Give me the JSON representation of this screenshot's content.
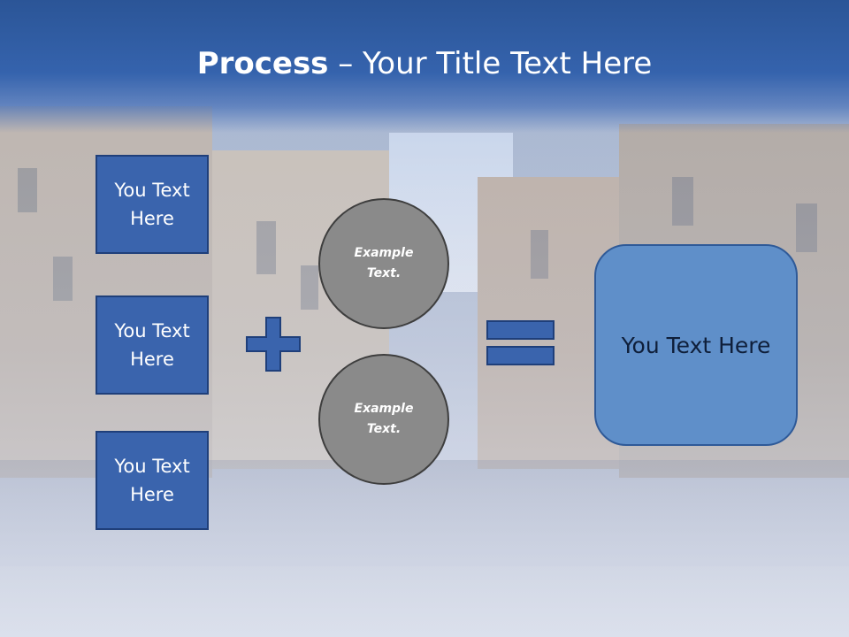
{
  "slide": {
    "title_bold": "Process",
    "title_rest": " – Your Title Text Here",
    "boxes": [
      "You Text Here",
      "You Text Here",
      "You Text Here"
    ],
    "circles": [
      "Example Text.",
      "Example Text."
    ],
    "result": "You Text Here"
  },
  "colors": {
    "header": "#3563ad",
    "box_fill": "#3a64ad",
    "circle_fill": "#8a8a8a",
    "result_fill": "#5f8fc9"
  },
  "icons": [
    "plus-icon",
    "equals-icon"
  ]
}
